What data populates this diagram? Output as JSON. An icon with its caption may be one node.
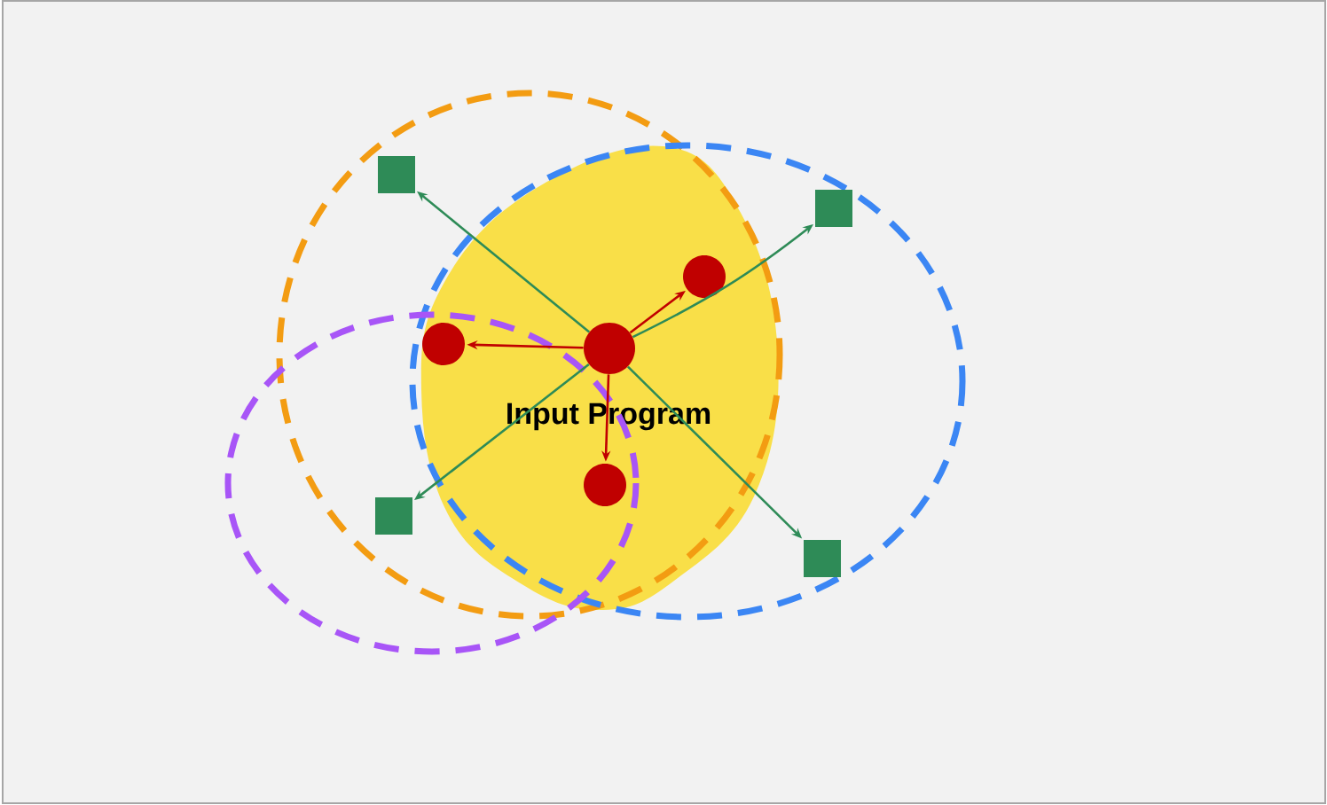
{
  "diagram": {
    "nodes": [
      {
        "text": [
          "Input Program"
        ]
      },
      {
        "text": [],
        "shape": "circle",
        "in": 0
      },
      {
        "text": [],
        "shape": "circle",
        "in": 0
      },
      {
        "text": [],
        "shape": "circle",
        "in": 0
      },
      {
        "text": [],
        "shape": "circle",
        "in": 0
      },
      {
        "text": [],
        "shape": "box"
      },
      {
        "text": [],
        "shape": "box"
      },
      {
        "text": [],
        "shape": "box"
      },
      {
        "text": [],
        "shape": "box"
      }
    ],
    "edges": [
      {
        "from": 1,
        "to": 2,
        "arrow": "to",
        "color": "#c00000"
      },
      {
        "from": 1,
        "to": 3,
        "arrow": "to",
        "color": "#c00000"
      },
      {
        "from": 1,
        "to": 4,
        "arrow": "to",
        "color": "#c00000"
      },
      {
        "from": 1,
        "to": 5,
        "arrow": "to"
      },
      {
        "from": 1,
        "to": 6,
        "arrow": "to"
      },
      {
        "from": 1,
        "to": 7,
        "arrow": "to"
      },
      {
        "from": 1,
        "to": 8,
        "arrow": "to"
      }
    ]
  }
}
